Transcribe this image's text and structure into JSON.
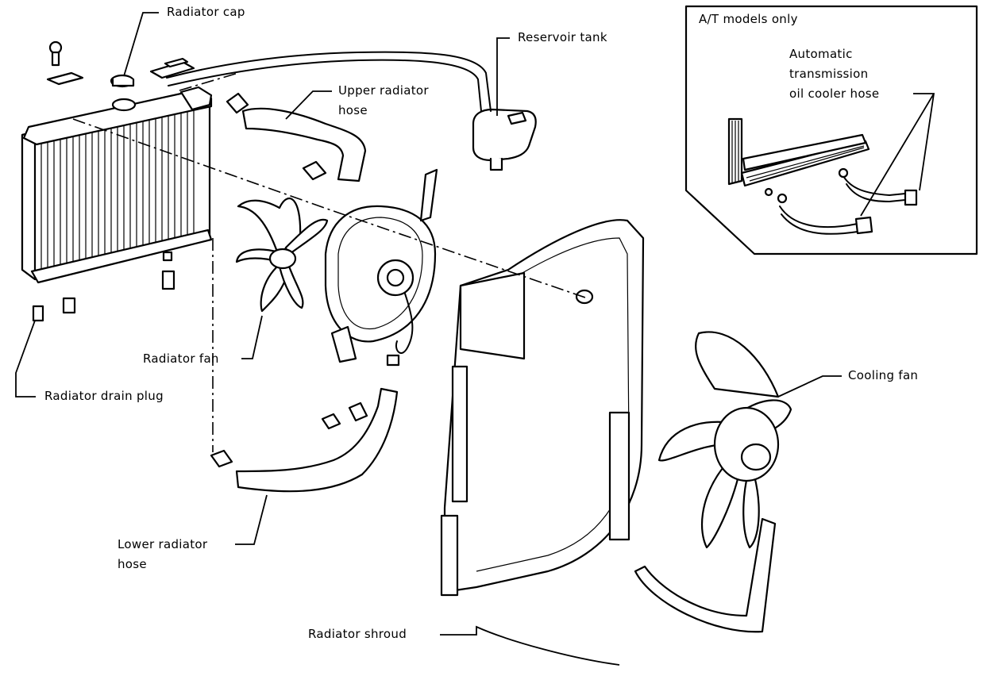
{
  "labels": {
    "radiator_cap": "Radiator cap",
    "reservoir_tank": "Reservoir tank",
    "upper_hose_1": "Upper radiator",
    "upper_hose_2": "hose",
    "radiator_fan": "Radiator fan",
    "radiator_drain_plug": "Radiator drain plug",
    "lower_hose_1": "Lower radiator",
    "lower_hose_2": "hose",
    "radiator_shroud": "Radiator shroud",
    "cooling_fan": "Cooling fan"
  },
  "inset": {
    "title": "A/T models only",
    "hose_label_1": "Automatic",
    "hose_label_2": "transmission",
    "hose_label_3": "oil cooler hose"
  }
}
